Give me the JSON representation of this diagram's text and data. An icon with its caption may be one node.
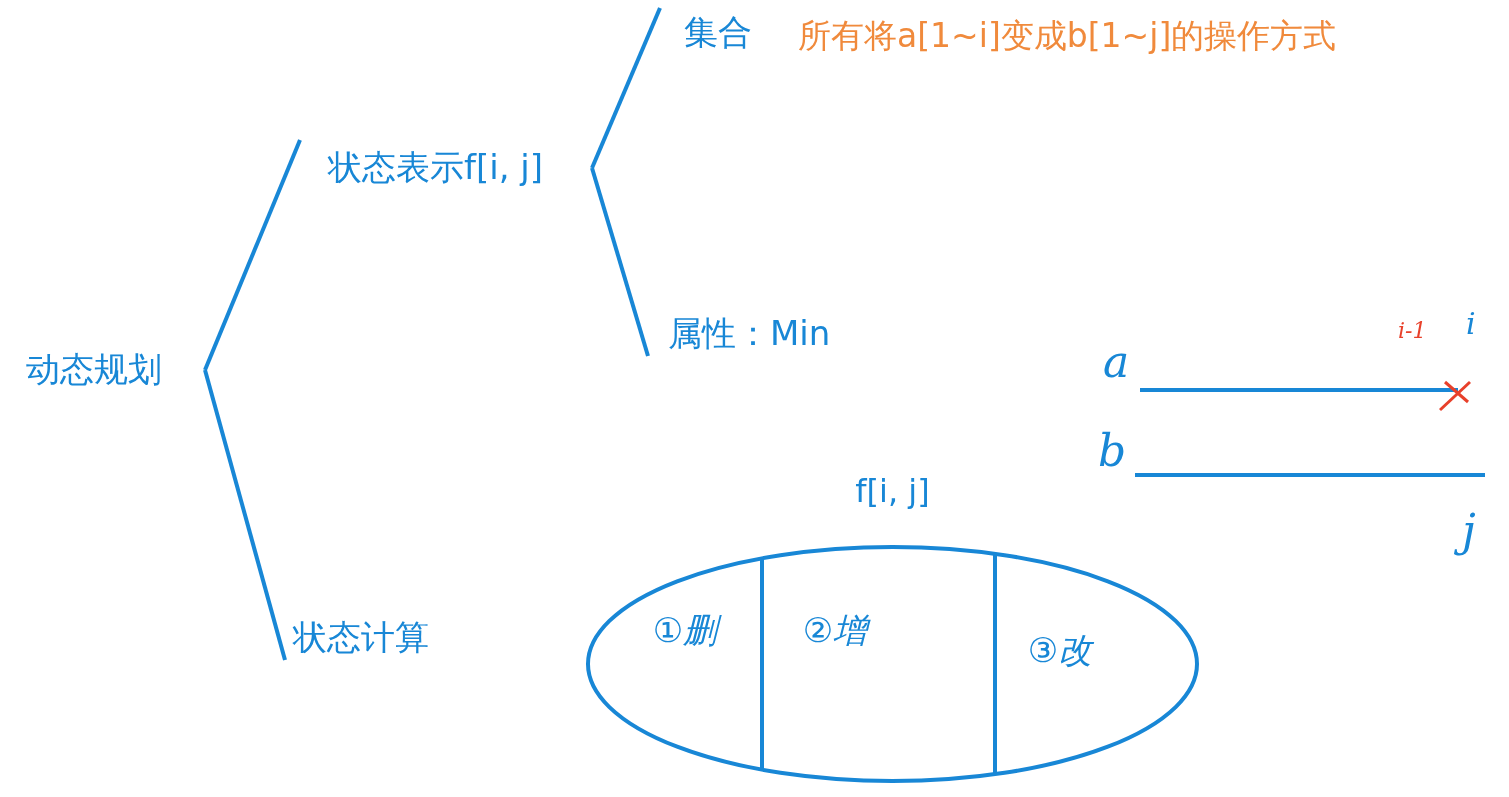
{
  "diagram": {
    "nodes": [
      {
        "text": [
          "动态规划"
        ]
      },
      {
        "text": [
          "状态表示f[i, j]"
        ]
      },
      {
        "text": [
          "状态计算"
        ]
      },
      {
        "text": [
          "集合"
        ],
        "beside": [
          "所有将a[1~i]变成b[1~j]的操作方式"
        ]
      },
      {
        "text": [
          "属性：Min"
        ]
      },
      {
        "text": [
          "f[i, j]"
        ]
      },
      {
        "text": [
          "①删"
        ],
        "in": 5
      },
      {
        "text": [
          "②增"
        ],
        "in": 5
      },
      {
        "text": [
          "③改"
        ],
        "in": 5
      }
    ],
    "edges": [
      {
        "from": 0,
        "to": 1,
        "arrow": "none"
      },
      {
        "from": 0,
        "to": 2,
        "arrow": "none"
      },
      {
        "from": 1,
        "to": 3,
        "arrow": "none"
      },
      {
        "from": 1,
        "to": 4,
        "arrow": "none"
      }
    ],
    "labels": [
      "i-1",
      "i",
      "a",
      "b",
      "j"
    ]
  }
}
